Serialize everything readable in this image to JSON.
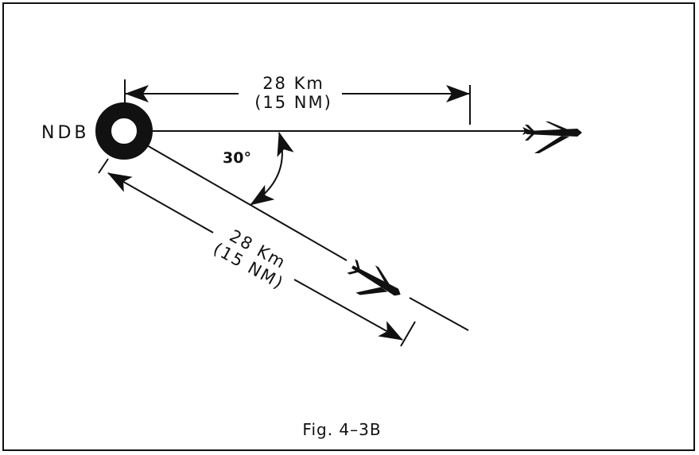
{
  "figure": {
    "station_label": "NDB",
    "upper_distance_km": "28 Km",
    "upper_distance_nm": "(15 NM)",
    "lower_distance_km": "28 Km",
    "lower_distance_nm": "(15 NM)",
    "angle_label": "30°",
    "caption": "Fig. 4–3B"
  },
  "colors": {
    "ink": "#111111",
    "background": "#ffffff"
  }
}
